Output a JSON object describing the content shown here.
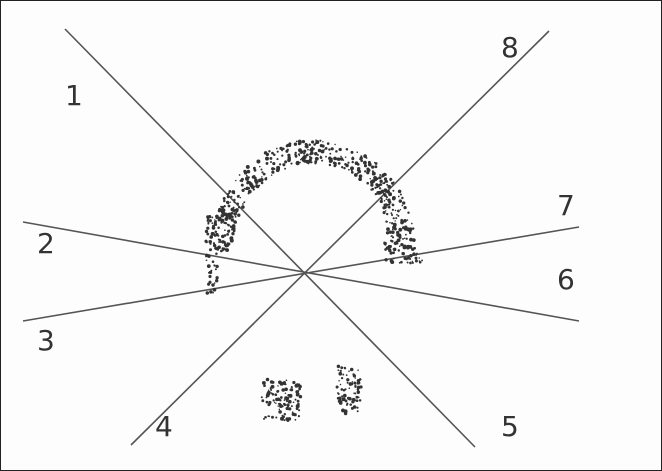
{
  "diagram": {
    "labels": [
      "1",
      "2",
      "3",
      "4",
      "5",
      "6",
      "7",
      "8"
    ],
    "line_color": "#555555",
    "speckle_color": "#333333"
  }
}
